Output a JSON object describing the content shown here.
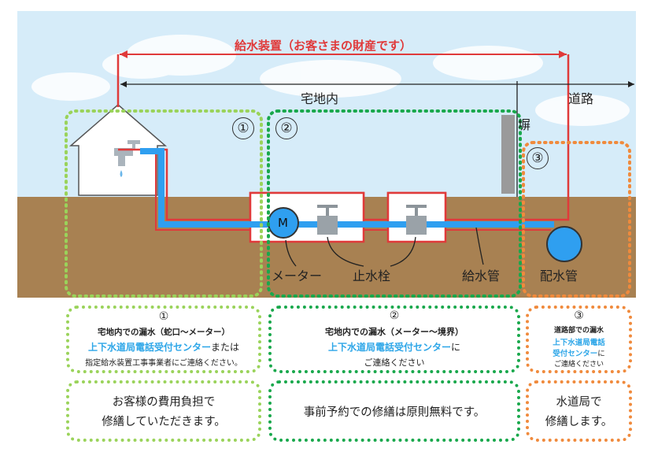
{
  "diagram": {
    "supply_title": "給水装置（お客さまの財産です）",
    "site_label": "宅地内",
    "road_label": "道路",
    "wall_label": "塀",
    "zones": [
      "①",
      "②",
      "③"
    ],
    "meter_letter": "M",
    "meter_label": "メーター",
    "stopcock_label": "止水栓",
    "supply_pipe_label": "給水管",
    "distribution_pipe_label": "配水管",
    "colors": {
      "sky": "#d6ecf9",
      "ground": "#a88152",
      "red": "#e03a3a",
      "pipe": "#2f9ff0",
      "zone1": "#9ad35a",
      "zone2": "#19a84c",
      "zone3": "#f08a3c",
      "contact_blue": "#2da6e8"
    }
  },
  "cards": [
    {
      "num": "①",
      "head": "宅地内での漏水（蛇口〜メーター）",
      "blue": "上下水道局電話受付センター",
      "tail1": "または",
      "tail2": "指定給水装置工事事業者にご連絡ください。"
    },
    {
      "num": "②",
      "head": "宅地内での漏水（メーター〜境界）",
      "blue": "上下水道局電話受付センター",
      "tail1": "に",
      "tail2": "ご連絡ください"
    },
    {
      "num": "③",
      "head": "道路部での漏水",
      "blue1": "上下水道局電話",
      "blue2": "受付センター",
      "tail1": "に",
      "tail2": "ご連絡ください"
    }
  ],
  "notes": [
    {
      "line1": "お客様の費用負担で",
      "line2": "修繕していただきます。"
    },
    {
      "line1": "事前予約での修繕は原則無料です。"
    },
    {
      "line1": "水道局で",
      "line2": "修繕します。"
    }
  ]
}
